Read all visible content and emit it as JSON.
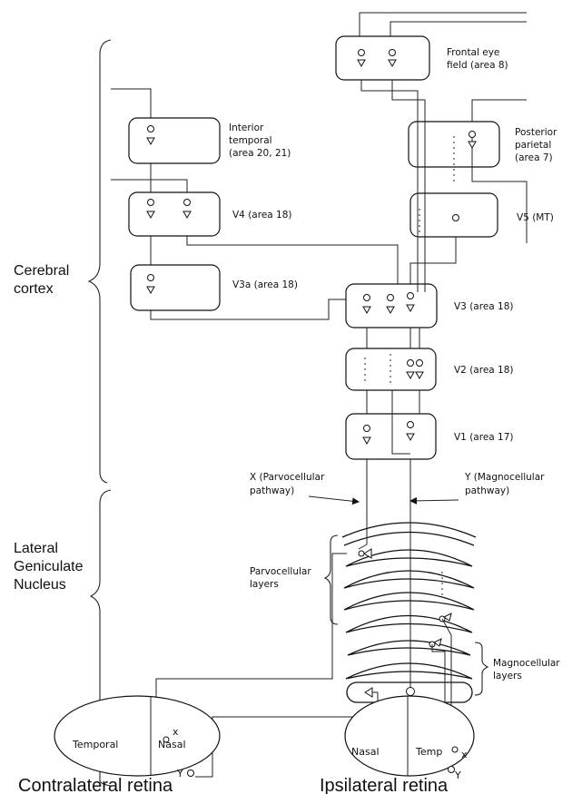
{
  "regions": {
    "cortex": [
      "Cerebral",
      "cortex"
    ],
    "lgn": [
      "Lateral",
      "Geniculate",
      "Nucleus"
    ]
  },
  "areas": {
    "fef": [
      "Frontal eye",
      "field (area 8)"
    ],
    "it": [
      "Interior",
      "temporal",
      "(area 20, 21)"
    ],
    "pp": [
      "Posterior",
      "parietal",
      "(area 7)"
    ],
    "v4": "V4 (area 18)",
    "v5": "V5 (MT)",
    "v3a": "V3a (area 18)",
    "v3": "V3 (area 18)",
    "v2": "V2 (area 18)",
    "v1": "V1 (area 17)"
  },
  "pathways": {
    "x": [
      "X (Parvocellular",
      "pathway)"
    ],
    "y": [
      "Y (Magnocellular",
      "pathway)"
    ]
  },
  "layers": {
    "parvo": [
      "Parvocellular",
      "layers"
    ],
    "magno": [
      "Magnocellular",
      "layers"
    ]
  },
  "retinas": {
    "contra": {
      "left": "Temporal",
      "right": "Nasal",
      "x": "x",
      "y": "Y",
      "caption": "Contralateral retina"
    },
    "ipsi": {
      "left": "Nasal",
      "right": "Temp",
      "x": "x",
      "y": "Y",
      "caption": "Ipsilateral retina"
    }
  }
}
